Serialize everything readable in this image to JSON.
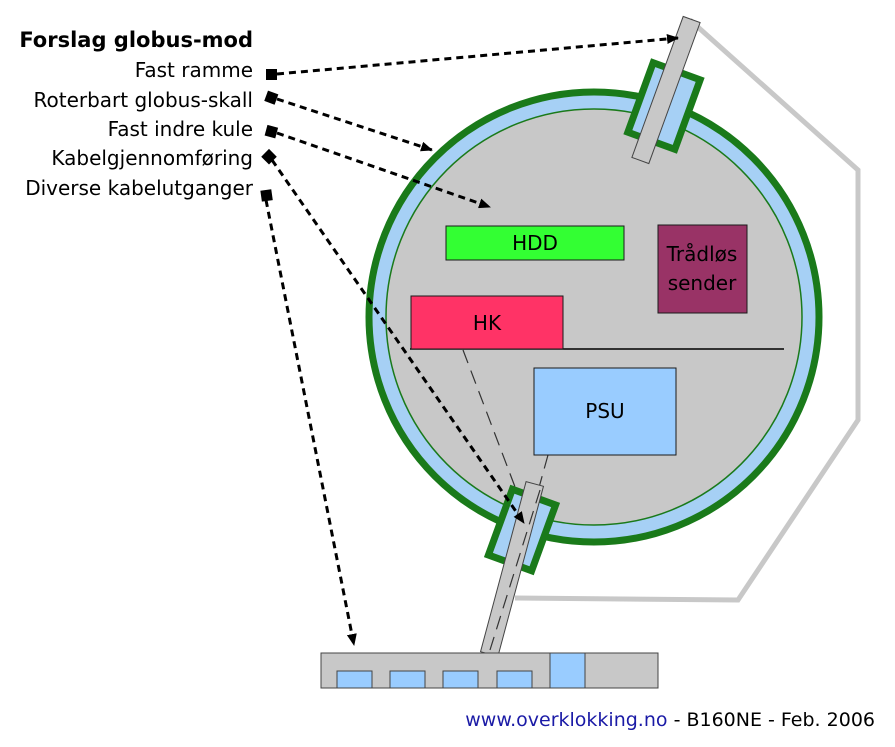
{
  "legend": {
    "title": "Forslag globus-mod",
    "items": [
      "Fast ramme",
      "Roterbart globus-skall",
      "Fast indre kule",
      "Kabelgjennomføring",
      "Diverse kabelutganger"
    ]
  },
  "components": {
    "hdd": "HDD",
    "wireless_line1": "Trådløs",
    "wireless_line2": "sender",
    "hk": "HK",
    "psu": "PSU"
  },
  "footer": {
    "link": "www.overklokking.no",
    "rest": " - B160NE - Feb. 2006"
  },
  "colors": {
    "frame": "#c8c8c8",
    "shell_outline": "#1a7a1a",
    "shell_fill": "#a6d0f5",
    "inner_sphere": "#c8c8c8",
    "hdd": "#33ff33",
    "wireless": "#993366",
    "hk": "#ff3366",
    "psu": "#99ccff",
    "link": "#1a1aa6"
  }
}
